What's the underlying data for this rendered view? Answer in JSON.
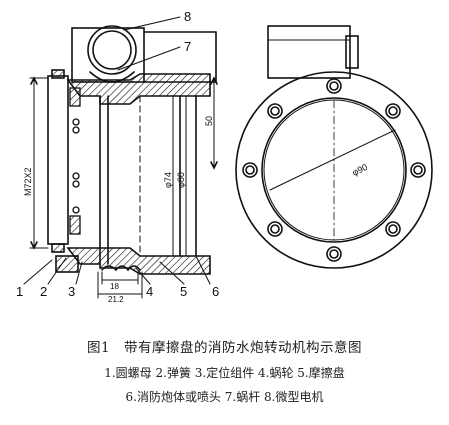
{
  "drawing": {
    "callouts": [
      "1",
      "2",
      "3",
      "4",
      "5",
      "6",
      "7",
      "8"
    ],
    "dims": {
      "thread": "M72X2",
      "bore_74": "φ74",
      "bore_80": "φ80",
      "pcd_90": "φ90",
      "height_50": "50",
      "w_18": "18",
      "w_21_2": "21.2"
    }
  },
  "caption": {
    "figure_label": "图1",
    "title": "带有摩擦盘的消防水炮转动机构示意图",
    "legend_line1": "1.圆螺母  2.弹簧  3.定位组件  4.蜗轮  5.摩擦盘",
    "legend_line2": "6.消防炮体或喷头  7.蜗杆  8.微型电机"
  }
}
